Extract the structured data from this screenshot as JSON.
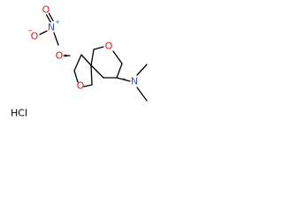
{
  "molecule": {
    "atoms": {
      "nitro_oxygen_top": {
        "symbol": "O",
        "color": "#ff0d0d"
      },
      "nitro_oxygen_left": {
        "symbol": "O",
        "color": "#ff0d0d",
        "charge": "−"
      },
      "nitro_nitrogen": {
        "symbol": "N",
        "color": "#3050f8",
        "charge": "+"
      },
      "ester_oxygen": {
        "symbol": "O",
        "color": "#ff0d0d"
      },
      "ring_oxygen_upper": {
        "symbol": "O",
        "color": "#ff0d0d"
      },
      "ring_oxygen_lower": {
        "symbol": "O",
        "color": "#ff0d0d"
      },
      "amine_nitrogen": {
        "symbol": "N",
        "color": "#3050f8"
      }
    },
    "salt": "HCl",
    "bond_color": "#000000"
  }
}
